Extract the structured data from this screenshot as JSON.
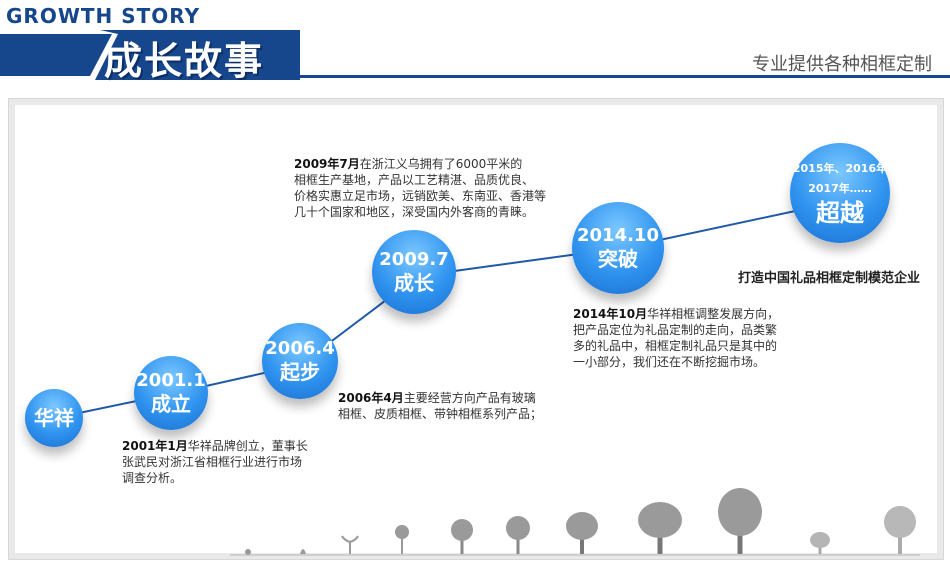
{
  "header": {
    "en_title": "GROWTH   STORY",
    "cn_title": "成长故事",
    "subtitle": "专业提供各种相框定制",
    "brand_color": "#16468c",
    "node_color": "#2f93ef"
  },
  "nodes": [
    {
      "id": "start",
      "label": "华祥"
    },
    {
      "id": "n2001",
      "year": "2001.1",
      "label": "成立"
    },
    {
      "id": "n2006",
      "year": "2006.4",
      "label": "起步"
    },
    {
      "id": "n2009",
      "year": "2009.7",
      "label": "成长"
    },
    {
      "id": "n2014",
      "year": "2014.10",
      "label": "突破"
    },
    {
      "id": "n2015",
      "years_line1": "2015年、2016年",
      "years_line2": "2017年……",
      "label": "超越"
    }
  ],
  "notes": [
    {
      "id": "note2001",
      "date": "2001年1月",
      "line1": "华祥品牌创立，董事长",
      "line2": "张武民对浙江省相框行业进行市场",
      "line3": "调查分析。"
    },
    {
      "id": "note2006",
      "date": "2006年4月",
      "line1": "主要经营方向产品有玻璃",
      "line2": "相框、皮质相框、带钟相框系列产品；"
    },
    {
      "id": "note2009",
      "date": "2009年7月",
      "line1": "在浙江义乌拥有了6000平米的",
      "line2": "相框生产基地，产品以工艺精湛、品质优良、",
      "line3": "价格实惠立足市场，远销欧美、东南亚、香港等",
      "line4": "几十个国家和地区，深受国内外客商的青睐。"
    },
    {
      "id": "note2014",
      "date": "2014年10月",
      "line1": "华祥相框调整发展方向，",
      "line2": "把产品定位为礼品定制的走向，品类繁",
      "line3": "多的礼品中，相框定制礼品只是其中的",
      "line4": "一小部分，我们还在不断挖掘市场。"
    }
  ],
  "slogan": "打造中国礼品相框定制模范企业"
}
